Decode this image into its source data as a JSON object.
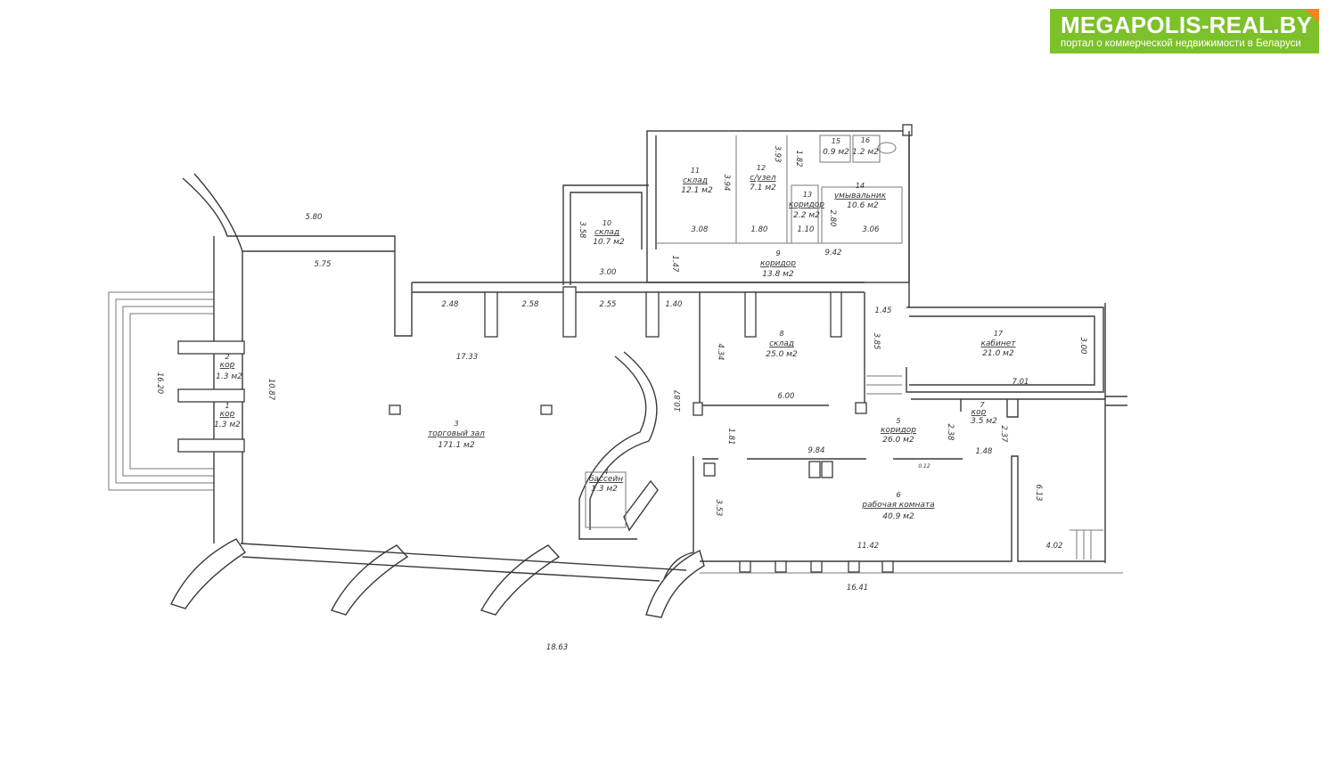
{
  "logo": {
    "title": "MEGAPOLIS-REAL.BY",
    "subtitle": "портал о коммерческой недвижимости в Беларуси",
    "color": "#7dc12a",
    "accent": "#f58220"
  },
  "rooms": [
    {
      "number": "1",
      "name": "кор",
      "area": "1.3 м2"
    },
    {
      "number": "2",
      "name": "кор",
      "area": "1.3 м2"
    },
    {
      "number": "3",
      "name": "торговый зал",
      "area": "171.1 м2"
    },
    {
      "number": "4",
      "name": "бассейн",
      "area": "1.3 м2"
    },
    {
      "number": "5",
      "name": "коридор",
      "area": "26.0 м2"
    },
    {
      "number": "6",
      "name": "рабочая комната",
      "area": "40.9 м2"
    },
    {
      "number": "7",
      "name": "кор",
      "area": "3.5 м2"
    },
    {
      "number": "8",
      "name": "склад",
      "area": "25.0 м2"
    },
    {
      "number": "9",
      "name": "коридор",
      "area": "13.8 м2"
    },
    {
      "number": "10",
      "name": "склад",
      "area": "10.7 м2"
    },
    {
      "number": "11",
      "name": "склад",
      "area": "12.1 м2"
    },
    {
      "number": "12",
      "name": "с/узел",
      "area": "7.1 м2"
    },
    {
      "number": "13",
      "name": "коридор",
      "area": "2.2 м2"
    },
    {
      "number": "14",
      "name": "умывальник",
      "area": "10.6 м2"
    },
    {
      "number": "15",
      "name": "",
      "area": "0.9 м2"
    },
    {
      "number": "16",
      "name": "",
      "area": "1.2 м2"
    },
    {
      "number": "17",
      "name": "кабинет",
      "area": "21.0 м2"
    }
  ],
  "dimensions": [
    "5.80",
    "5.75",
    "2.48",
    "2.58",
    "2.55",
    "1.40",
    "17.33",
    "16.20",
    "10.87",
    "10.87",
    "3.58",
    "3.00",
    "3.08",
    "3.94",
    "3.93",
    "1.82",
    "1.80",
    "1.10",
    "2.80",
    "3.06",
    "9.42",
    "1.47",
    "1.45",
    "3.85",
    "4.34",
    "3.00",
    "7.01",
    "6.00",
    "1.81",
    "9.84",
    "2.38",
    "2.37",
    "1.48",
    "0.12",
    "3.53",
    "11.42",
    "6.13",
    "4.02",
    "16.41",
    "18.63"
  ]
}
